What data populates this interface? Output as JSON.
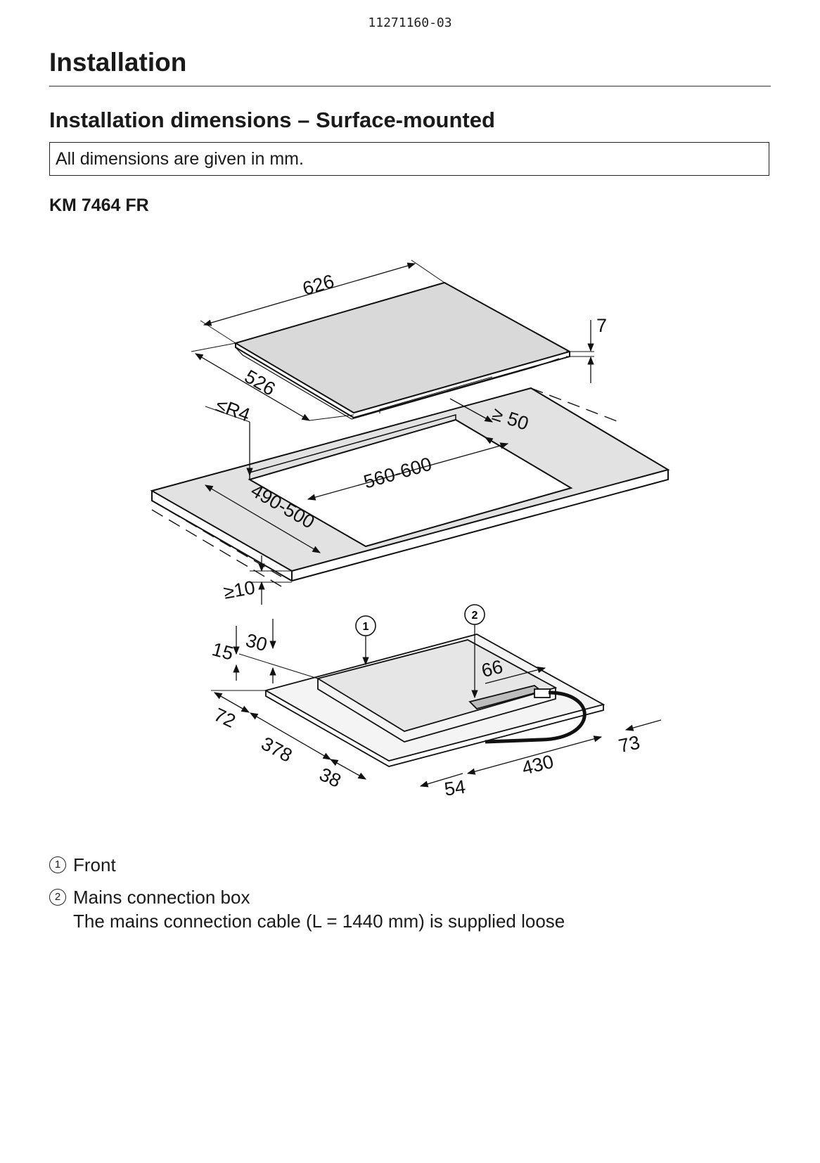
{
  "doc_id": "11271160-03",
  "title": "Installation",
  "subtitle": "Installation dimensions – Surface-mounted",
  "note": "All dimensions are given in mm.",
  "model": "KM 7464 FR",
  "dimensions": {
    "width_top": "626",
    "depth_top": "526",
    "thickness": "7",
    "radius": "≤R4",
    "clearance_back": "≥ 50",
    "cutout_width": "560-600",
    "cutout_depth": "490-500",
    "clearance_front": "≥10",
    "d15": "15",
    "d30": "30",
    "d72": "72",
    "d378": "378",
    "d38": "38",
    "d54": "54",
    "d430": "430",
    "d73": "73",
    "d66": "66"
  },
  "callouts": {
    "front": "1",
    "box": "2"
  },
  "legend": [
    {
      "num": "1",
      "label": "Front",
      "detail": ""
    },
    {
      "num": "2",
      "label": "Mains connection box",
      "detail": "The mains connection cable (L = 1440 mm) is supplied loose"
    }
  ]
}
